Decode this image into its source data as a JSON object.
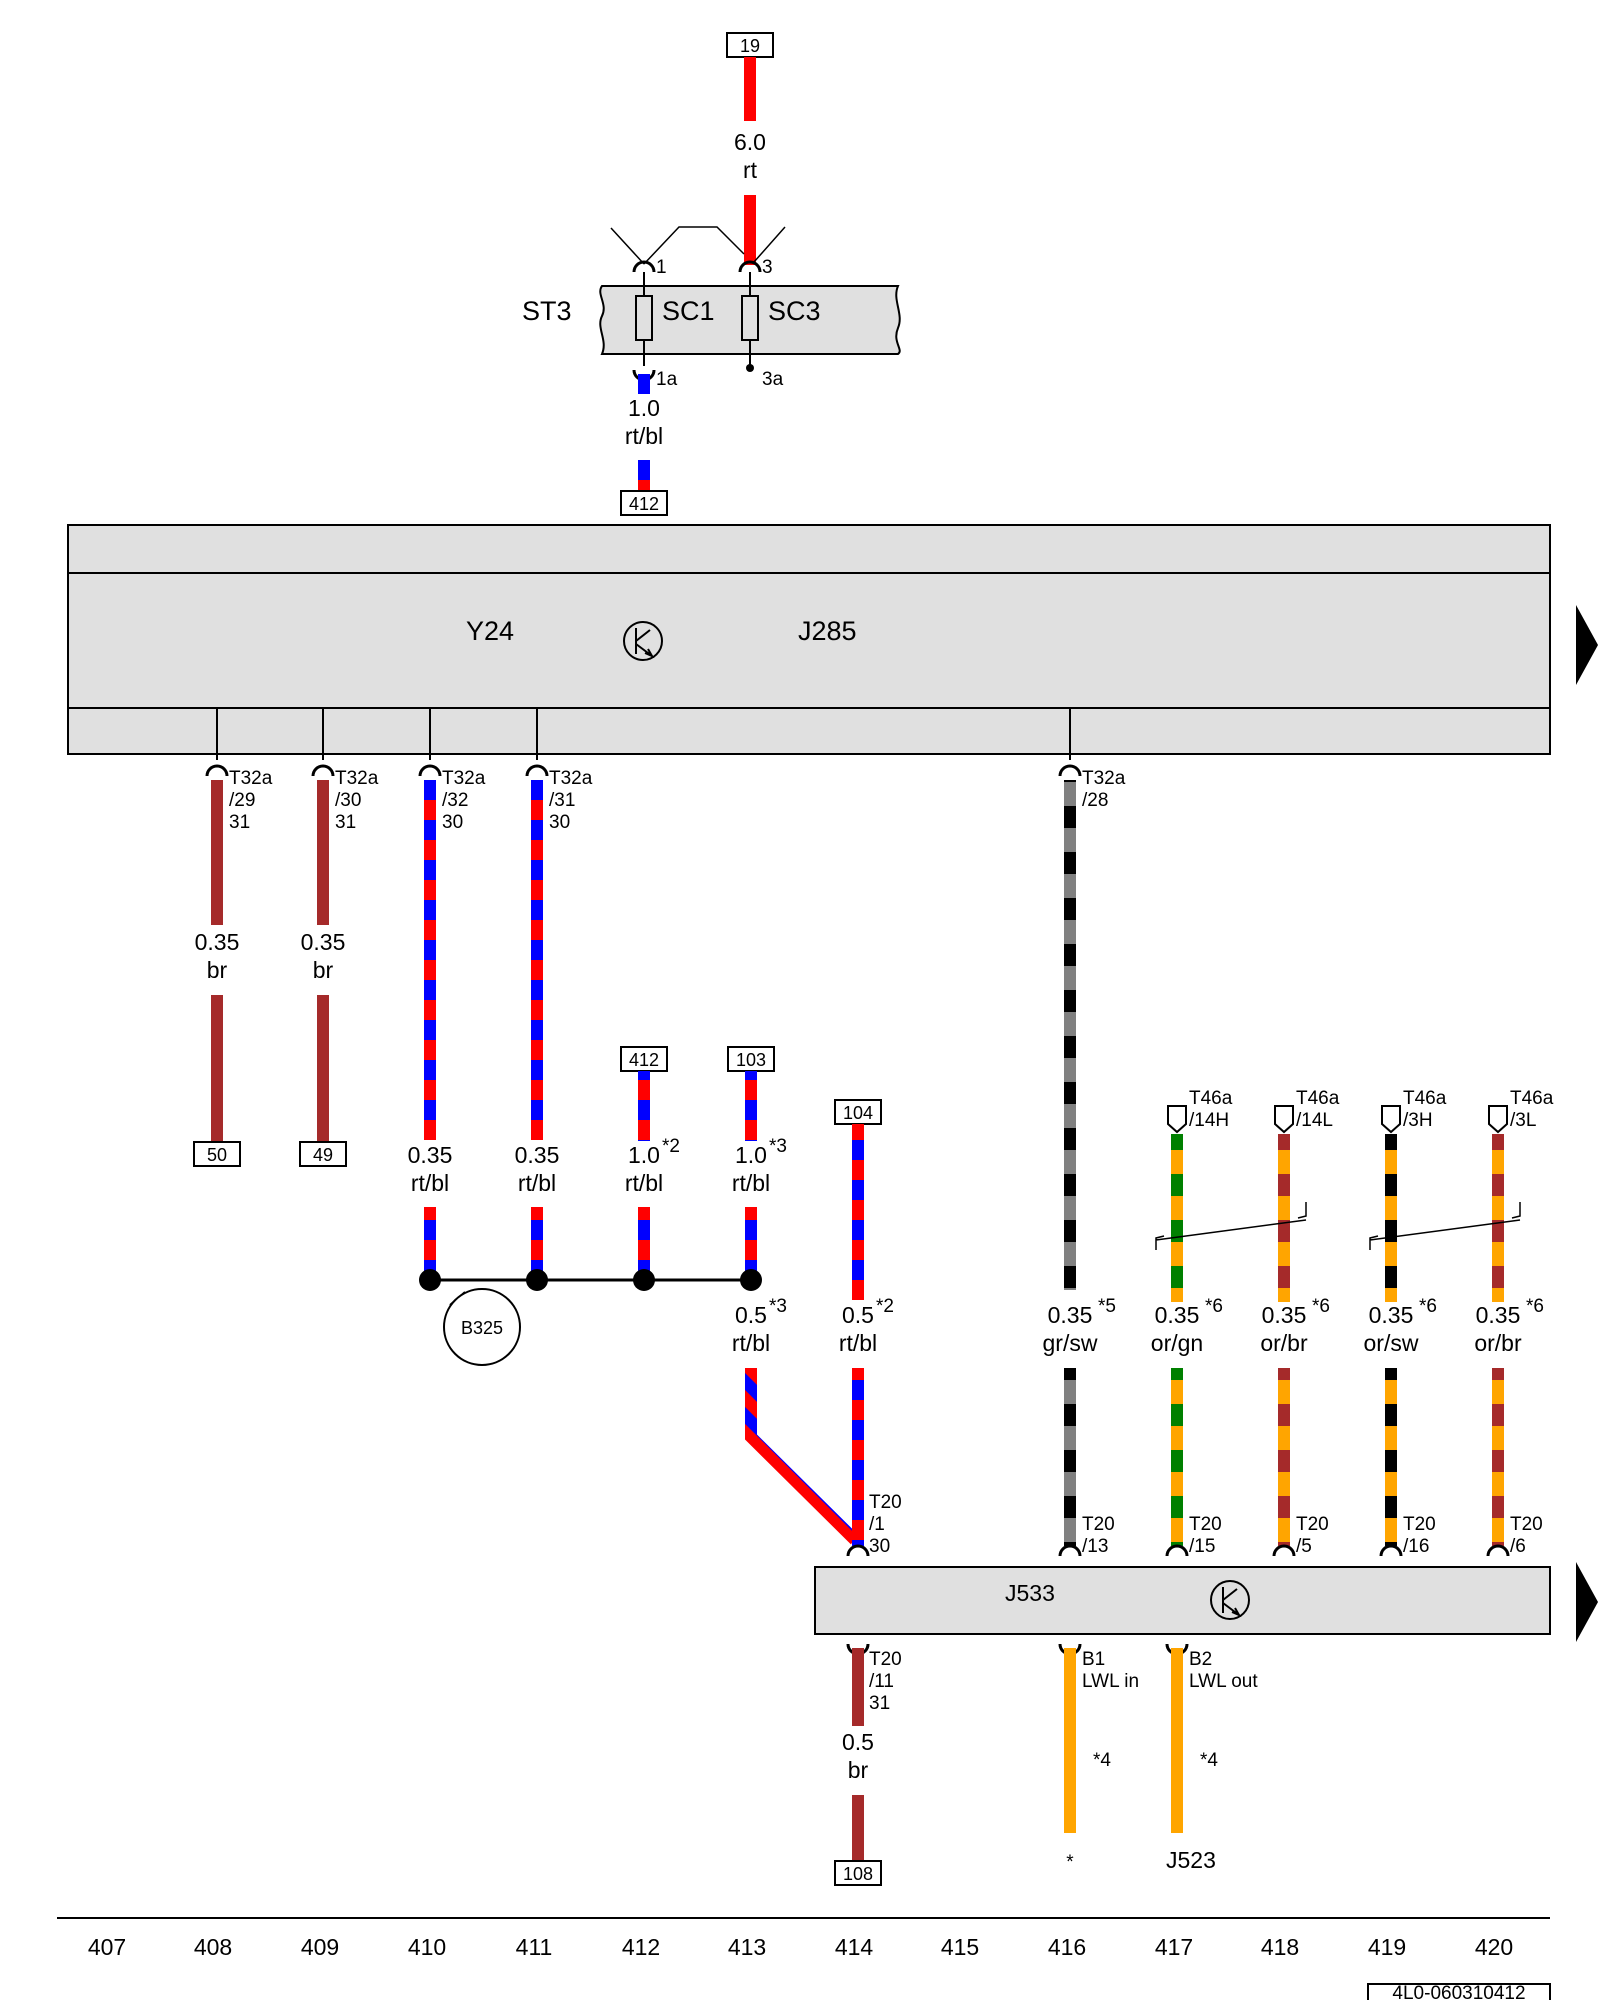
{
  "colors": {
    "rt": "#ff0000",
    "bl": "#0000ff",
    "br": "#a52a2a",
    "gr": "#808080",
    "sw": "#000000",
    "or": "#ffa500",
    "gn": "#008000",
    "component_fill": "#e0e0e0"
  },
  "fuse_block": {
    "name": "ST3",
    "fuses": [
      "SC1",
      "SC3"
    ],
    "pins_top": [
      "1",
      "3"
    ],
    "pins_bottom": [
      "1a",
      "3a"
    ]
  },
  "module_top": {
    "labels": [
      "Y24",
      "J285"
    ],
    "transistor_icon": "transistor-icon"
  },
  "module_bottom": {
    "label": "J533",
    "transistor_icon": "transistor-icon"
  },
  "refs": {
    "top_19": "19",
    "top_412": "412",
    "w50": "50",
    "w49": "49",
    "w412b": "412",
    "w103": "103",
    "w104": "104",
    "w108": "108"
  },
  "wires": [
    {
      "id": "w19",
      "size": "6.0",
      "color": "rt"
    },
    {
      "id": "w1a",
      "size": "1.0",
      "color": "rt/bl"
    },
    {
      "id": "w408",
      "size": "0.35",
      "color": "br",
      "pin": [
        "T32a",
        "/29",
        "31"
      ]
    },
    {
      "id": "w409",
      "size": "0.35",
      "color": "br",
      "pin": [
        "T32a",
        "/30",
        "31"
      ]
    },
    {
      "id": "w410",
      "size": "0.35",
      "color": "rt/bl",
      "pin": [
        "T32a",
        "/32",
        "30"
      ]
    },
    {
      "id": "w411",
      "size": "0.35",
      "color": "rt/bl",
      "pin": [
        "T32a",
        "/31",
        "30"
      ]
    },
    {
      "id": "w412",
      "size": "1.0",
      "note": "*2",
      "color": "rt/bl"
    },
    {
      "id": "w413",
      "size": "1.0",
      "note": "*3",
      "color": "rt/bl"
    },
    {
      "id": "w413b",
      "size": "0.5",
      "note": "*3",
      "color": "rt/bl"
    },
    {
      "id": "w414",
      "size": "0.5",
      "note": "*2",
      "color": "rt/bl",
      "pin": [
        "T20",
        "/1",
        "30"
      ]
    },
    {
      "id": "w416",
      "size": "0.35",
      "note": "*5",
      "color": "gr/sw",
      "pin_top": [
        "T32a",
        "/28"
      ],
      "pin_bottom": [
        "T20",
        "/13"
      ]
    },
    {
      "id": "w417",
      "size": "0.35",
      "note": "*6",
      "color": "or/gn",
      "conn": [
        "T46a",
        "/14H"
      ],
      "pin_bottom": [
        "T20",
        "/15"
      ]
    },
    {
      "id": "w418",
      "size": "0.35",
      "note": "*6",
      "color": "or/br",
      "conn": [
        "T46a",
        "/14L"
      ],
      "pin_bottom": [
        "T20",
        "/5"
      ]
    },
    {
      "id": "w419",
      "size": "0.35",
      "note": "*6",
      "color": "or/sw",
      "conn": [
        "T46a",
        "/3H"
      ],
      "pin_bottom": [
        "T20",
        "/16"
      ]
    },
    {
      "id": "w420",
      "size": "0.35",
      "note": "*6",
      "color": "or/br",
      "conn": [
        "T46a",
        "/3L"
      ],
      "pin_bottom": [
        "T20",
        "/6"
      ]
    },
    {
      "id": "w414b",
      "size": "0.5",
      "color": "br",
      "pin": [
        "T20",
        "/11",
        "31"
      ]
    },
    {
      "id": "wB1",
      "pin": [
        "B1",
        "LWL in"
      ],
      "note": "*4",
      "end": "*"
    },
    {
      "id": "wB2",
      "pin": [
        "B2",
        "LWL out"
      ],
      "note": "*4",
      "end": "J523"
    }
  ],
  "splice": "B325",
  "grid_columns": [
    "407",
    "408",
    "409",
    "410",
    "411",
    "412",
    "413",
    "414",
    "415",
    "416",
    "417",
    "418",
    "419",
    "420"
  ],
  "page_code": "4L0-060310412"
}
